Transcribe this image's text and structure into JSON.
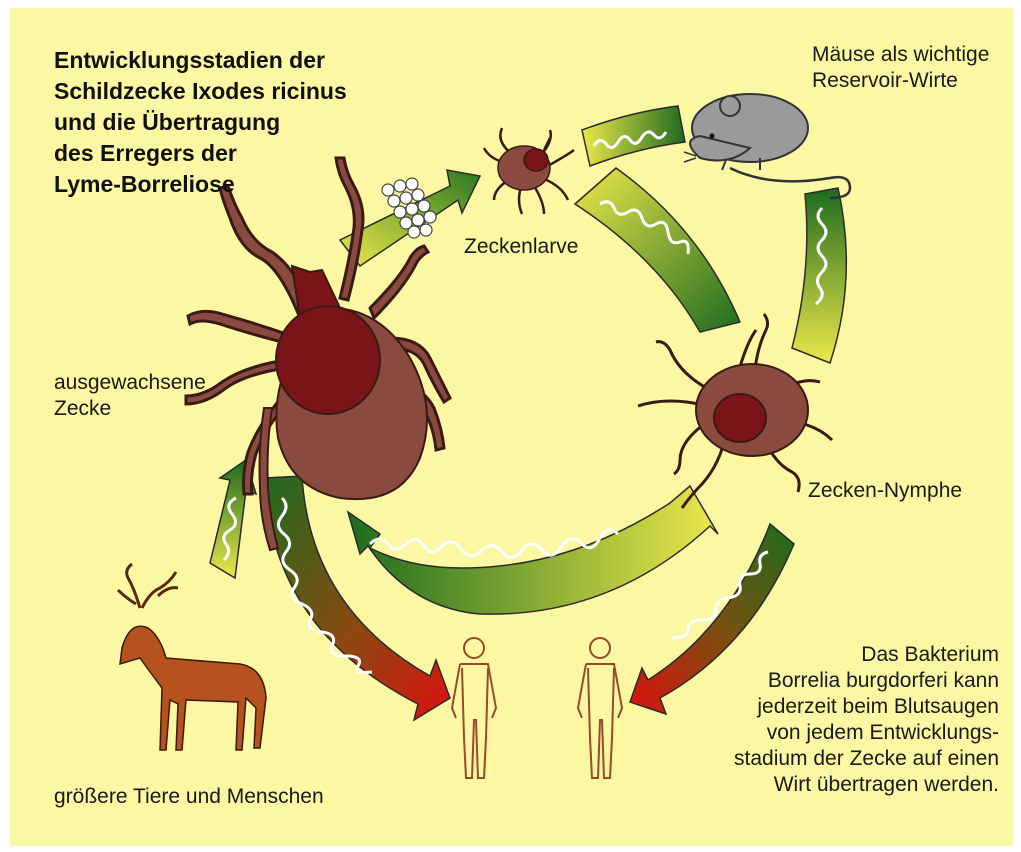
{
  "title_lines": [
    "Entwicklungsstadien der",
    "Schildzecke Ixodes ricinus",
    "und die Übertragung",
    "des Erregers der",
    "Lyme-Borreliose"
  ],
  "labels": {
    "mice_line1": "Mäuse als wichtige",
    "mice_line2": "Reservoir-Wirte",
    "larva": "Zeckenlarve",
    "adult_line1": "ausgewachsene",
    "adult_line2": "Zecke",
    "nymph": "Zecken-Nymphe",
    "hosts": "größere Tiere und Menschen"
  },
  "note_lines": [
    "Das Bakterium",
    "Borrelia burgdorferi kann",
    "jederzeit beim Blutsaugen",
    "von jedem Entwicklungs-",
    "stadium der Zecke auf einen",
    "Wirt übertragen werden."
  ],
  "colors": {
    "background": "#fbf7a3",
    "arrow_dark_green": "#1f6b1f",
    "arrow_yellow": "#e8e64a",
    "arrow_red": "#cc1111",
    "tick_body": "#8a4a40",
    "tick_scutum": "#7a1418",
    "mouse": "#9a9a9a",
    "deer": "#b5521e",
    "human_outline": "#9a4a2a",
    "bacteria": "#ffffff"
  }
}
